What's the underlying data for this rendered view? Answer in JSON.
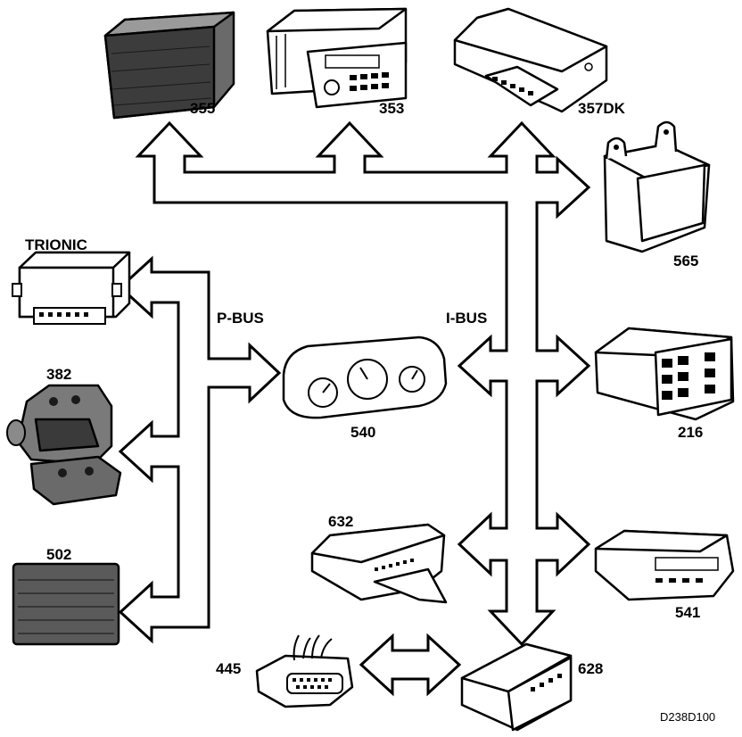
{
  "bus_labels": {
    "p_bus": "P-BUS",
    "i_bus": "I-BUS"
  },
  "modules": {
    "m355": "355",
    "m353": "353",
    "m357dk": "357DK",
    "m565": "565",
    "trionic": "TRIONIC",
    "m382": "382",
    "m540": "540",
    "m216": "216",
    "m502": "502",
    "m632": "632",
    "m541": "541",
    "m445": "445",
    "m628": "628"
  },
  "drawing_code": "D238D100"
}
